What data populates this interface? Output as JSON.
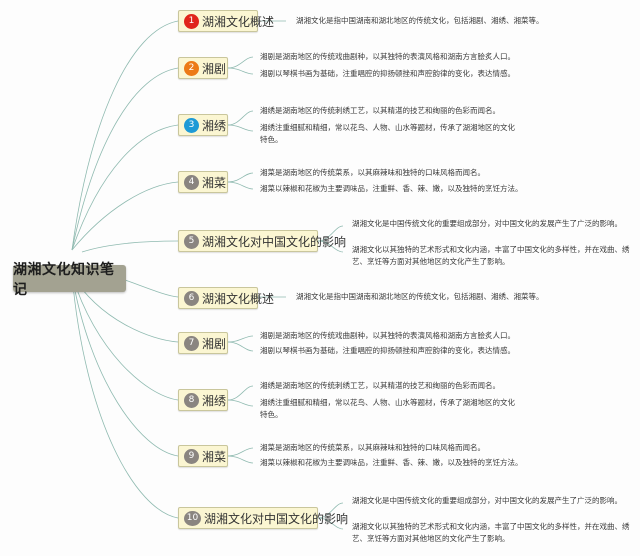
{
  "root": {
    "title": "湖湘文化知识笔记",
    "color": "#a3a291"
  },
  "colors": {
    "connector": "#8fbab0",
    "topic_fill": "#fbf6d2",
    "topic_border": "#c9c69c",
    "badge_red": "#e0251b",
    "badge_orange": "#ec7a17",
    "badge_blue": "#1e9ad6",
    "badge_gray": "#8a8580"
  },
  "topics": [
    {
      "num": "1",
      "title": "湖湘文化概述",
      "badge_color": "#e0251b",
      "details": [
        "湖湘文化是指中国湖南和湖北地区的传统文化，包括湘剧、湘绣、湘菜等。"
      ]
    },
    {
      "num": "2",
      "title": "湘剧",
      "badge_color": "#ec7a17",
      "details": [
        "湘剧是湖南地区的传统戏曲剧种，以其独特的表演风格和湖南方言脍炙人口。",
        "湘剧以琴棋书画为基础，注重唱腔的抑扬顿挫和声腔韵律的变化，表达情感。"
      ]
    },
    {
      "num": "3",
      "title": "湘绣",
      "badge_color": "#1e9ad6",
      "details": [
        "湘绣是湖南地区的传统刺绣工艺，以其精湛的技艺和绚丽的色彩而闻名。",
        "湘绣注重细腻和精细，常以花鸟、人物、山水等题材，传承了湖湘地区的文化特色。"
      ]
    },
    {
      "num": "4",
      "title": "湘菜",
      "badge_color": "#8a8580",
      "details": [
        "湘菜是湖南地区的传统菜系，以其麻辣味和独特的口味风格而闻名。",
        "湘菜以辣椒和花椒为主要调味品，注重鲜、香、辣、嫩，以及独特的烹饪方法。"
      ]
    },
    {
      "num": "5",
      "title": "湖湘文化对中国文化的影响",
      "badge_color": "#8a8580",
      "details": [
        "湖湘文化是中国传统文化的重要组成部分，对中国文化的发展产生了广泛的影响。",
        "湖湘文化以其独特的艺术形式和文化内涵，丰富了中国文化的多样性，并在戏曲、绣艺、烹饪等方面对其他地区的文化产生了影响。"
      ]
    },
    {
      "num": "6",
      "title": "湖湘文化概述",
      "badge_color": "#8a8580",
      "details": [
        "湖湘文化是指中国湖南和湖北地区的传统文化，包括湘剧、湘绣、湘菜等。"
      ]
    },
    {
      "num": "7",
      "title": "湘剧",
      "badge_color": "#8a8580",
      "details": [
        "湘剧是湖南地区的传统戏曲剧种，以其独特的表演风格和湖南方言脍炙人口。",
        "湘剧以琴棋书画为基础，注重唱腔的抑扬顿挫和声腔韵律的变化，表达情感。"
      ]
    },
    {
      "num": "8",
      "title": "湘绣",
      "badge_color": "#8a8580",
      "details": [
        "湘绣是湖南地区的传统刺绣工艺，以其精湛的技艺和绚丽的色彩而闻名。",
        "湘绣注重细腻和精细，常以花鸟、人物、山水等题材，传承了湖湘地区的文化特色。"
      ]
    },
    {
      "num": "9",
      "title": "湘菜",
      "badge_color": "#8a8580",
      "details": [
        "湘菜是湖南地区的传统菜系，以其麻辣味和独特的口味风格而闻名。",
        "湘菜以辣椒和花椒为主要调味品，注重鲜、香、辣、嫩，以及独特的烹饪方法。"
      ]
    },
    {
      "num": "10",
      "title": "湖湘文化对中国文化的影响",
      "badge_color": "#8a8580",
      "details": [
        "湖湘文化是中国传统文化的重要组成部分，对中国文化的发展产生了广泛的影响。",
        "湖湘文化以其独特的艺术形式和文化内涵，丰富了中国文化的多样性，并在戏曲、绣艺、烹饪等方面对其他地区的文化产生了影响。"
      ]
    }
  ]
}
